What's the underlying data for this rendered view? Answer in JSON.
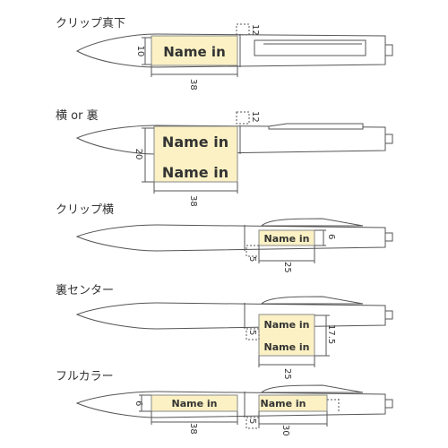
{
  "sections": [
    {
      "title": "クリップ真下",
      "print_labels": [
        "Name in"
      ],
      "dims": {
        "width": "38",
        "height": "10",
        "offset": "12"
      }
    },
    {
      "title": "横 or 裏",
      "print_labels": [
        "Name in",
        "Name in"
      ],
      "dims": {
        "width": "38",
        "height": "20",
        "offset": "12"
      }
    },
    {
      "title": "クリップ横",
      "print_labels": [
        "Name in"
      ],
      "dims": {
        "width": "25",
        "height": "6",
        "offset": "5"
      }
    },
    {
      "title": "裏センター",
      "print_labels": [
        "Name in",
        "Name in"
      ],
      "dims": {
        "width": "25",
        "height": "17.5",
        "offset": "5"
      }
    },
    {
      "title": "フルカラー",
      "print_labels": [
        "Name in",
        "Name in"
      ],
      "dims": {
        "width_left": "38",
        "height": "6",
        "offset": "5",
        "width_right": "30"
      }
    }
  ]
}
